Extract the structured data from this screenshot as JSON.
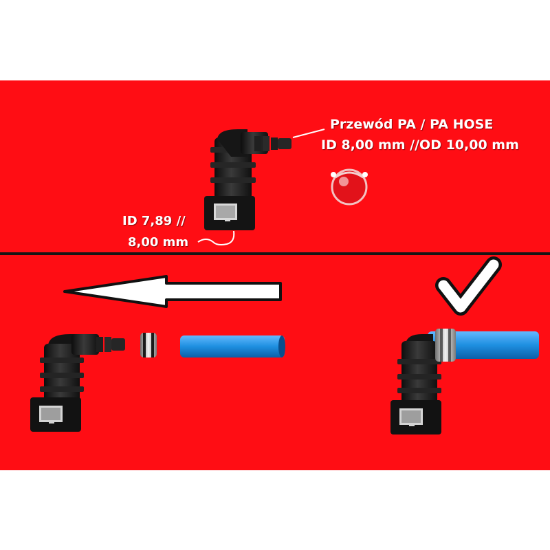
{
  "labels": {
    "hose_line1": "Przewód PA / PA HOSE",
    "hose_line2": "ID 8,00 mm //OD 10,00 mm",
    "id_line1": "ID 7,89 //",
    "id_line2": "8,00 mm"
  },
  "colors": {
    "background": "#ff0d14",
    "connector": "#1c1c1c",
    "hose": "#1e8fe0",
    "text": "#ffffff"
  },
  "icons": {
    "arrow": "left-arrow-icon",
    "check": "checkmark-icon"
  }
}
